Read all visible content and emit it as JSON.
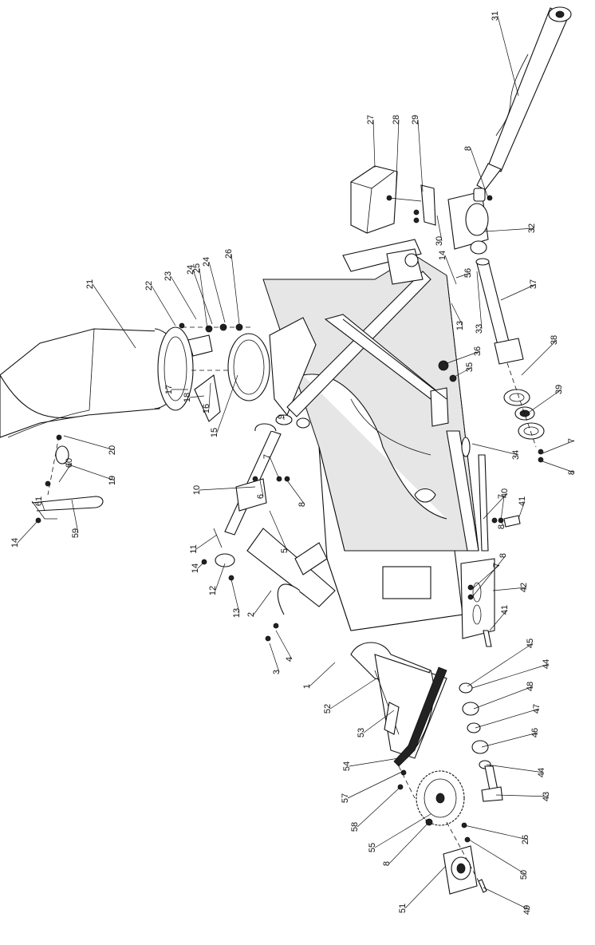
{
  "callouts": [
    {
      "id": "c1",
      "label": "1"
    },
    {
      "id": "c2",
      "label": "2"
    },
    {
      "id": "c3",
      "label": "3"
    },
    {
      "id": "c4",
      "label": "4"
    },
    {
      "id": "c5",
      "label": "5"
    },
    {
      "id": "c6",
      "label": "6"
    },
    {
      "id": "c7a",
      "label": "7"
    },
    {
      "id": "c7b",
      "label": "7"
    },
    {
      "id": "c7c",
      "label": "7"
    },
    {
      "id": "c7d",
      "label": "7"
    },
    {
      "id": "c8a",
      "label": "8"
    },
    {
      "id": "c8b",
      "label": "8"
    },
    {
      "id": "c8c",
      "label": "8"
    },
    {
      "id": "c8d",
      "label": "8"
    },
    {
      "id": "c8e",
      "label": "8"
    },
    {
      "id": "c8f",
      "label": "8"
    },
    {
      "id": "c9",
      "label": "9"
    },
    {
      "id": "c10",
      "label": "10"
    },
    {
      "id": "c11",
      "label": "11"
    },
    {
      "id": "c12",
      "label": "12"
    },
    {
      "id": "c13a",
      "label": "13"
    },
    {
      "id": "c13b",
      "label": "13"
    },
    {
      "id": "c14a",
      "label": "14"
    },
    {
      "id": "c14b",
      "label": "14"
    },
    {
      "id": "c14c",
      "label": "14"
    },
    {
      "id": "c15",
      "label": "15"
    },
    {
      "id": "c16",
      "label": "16"
    },
    {
      "id": "c17",
      "label": "17"
    },
    {
      "id": "c18",
      "label": "18"
    },
    {
      "id": "c19",
      "label": "19"
    },
    {
      "id": "c20",
      "label": "20"
    },
    {
      "id": "c21",
      "label": "21"
    },
    {
      "id": "c22",
      "label": "22"
    },
    {
      "id": "c23",
      "label": "23"
    },
    {
      "id": "c24a",
      "label": "24"
    },
    {
      "id": "c24b",
      "label": "24"
    },
    {
      "id": "c25",
      "label": "25"
    },
    {
      "id": "c26a",
      "label": "26"
    },
    {
      "id": "c26b",
      "label": "26"
    },
    {
      "id": "c27",
      "label": "27"
    },
    {
      "id": "c28",
      "label": "28"
    },
    {
      "id": "c29",
      "label": "29"
    },
    {
      "id": "c30",
      "label": "30"
    },
    {
      "id": "c31",
      "label": "31"
    },
    {
      "id": "c32",
      "label": "32"
    },
    {
      "id": "c33",
      "label": "33"
    },
    {
      "id": "c34",
      "label": "34"
    },
    {
      "id": "c35",
      "label": "35"
    },
    {
      "id": "c36",
      "label": "36"
    },
    {
      "id": "c37",
      "label": "37"
    },
    {
      "id": "c38",
      "label": "38"
    },
    {
      "id": "c39",
      "label": "39"
    },
    {
      "id": "c40",
      "label": "40"
    },
    {
      "id": "c41a",
      "label": "41"
    },
    {
      "id": "c41b",
      "label": "41"
    },
    {
      "id": "c42",
      "label": "42"
    },
    {
      "id": "c43",
      "label": "43"
    },
    {
      "id": "c44a",
      "label": "44"
    },
    {
      "id": "c44b",
      "label": "44"
    },
    {
      "id": "c45",
      "label": "45"
    },
    {
      "id": "c46",
      "label": "46"
    },
    {
      "id": "c47",
      "label": "47"
    },
    {
      "id": "c48",
      "label": "48"
    },
    {
      "id": "c49",
      "label": "49"
    },
    {
      "id": "c50",
      "label": "50"
    },
    {
      "id": "c51",
      "label": "51"
    },
    {
      "id": "c52",
      "label": "52"
    },
    {
      "id": "c53",
      "label": "53"
    },
    {
      "id": "c54",
      "label": "54"
    },
    {
      "id": "c55",
      "label": "55"
    },
    {
      "id": "c56",
      "label": "56"
    },
    {
      "id": "c57",
      "label": "57"
    },
    {
      "id": "c58",
      "label": "58"
    },
    {
      "id": "c59",
      "label": "59"
    },
    {
      "id": "c60",
      "label": "60"
    },
    {
      "id": "c61",
      "label": "61"
    }
  ]
}
